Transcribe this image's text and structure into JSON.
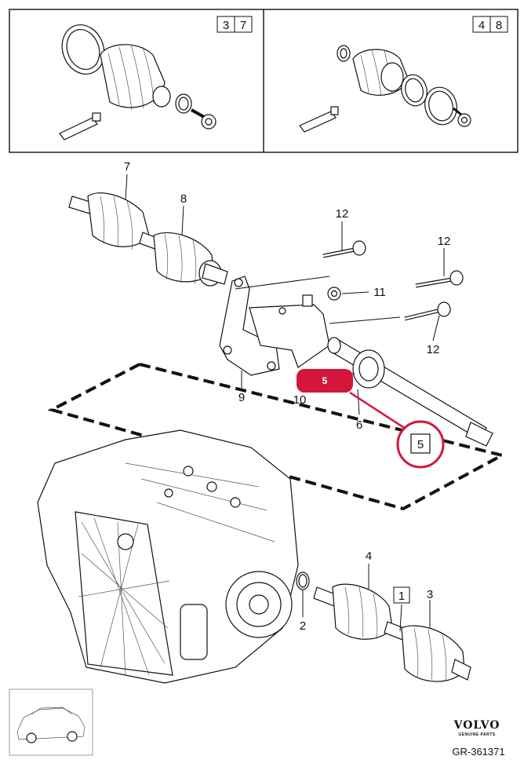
{
  "insets": [
    {
      "refs": [
        "3",
        "7"
      ]
    },
    {
      "refs": [
        "4",
        "8"
      ]
    }
  ],
  "callouts": [
    "7",
    "8",
    "12",
    "11",
    "12",
    "12",
    "9",
    "10",
    "6",
    "4",
    "1",
    "3",
    "2"
  ],
  "highlight": {
    "badge": "5",
    "box": "5",
    "color": "#d4163c"
  },
  "brand": {
    "name": "VOLVO",
    "tagline": "GENUINE PARTS",
    "reference": "GR-361371"
  }
}
